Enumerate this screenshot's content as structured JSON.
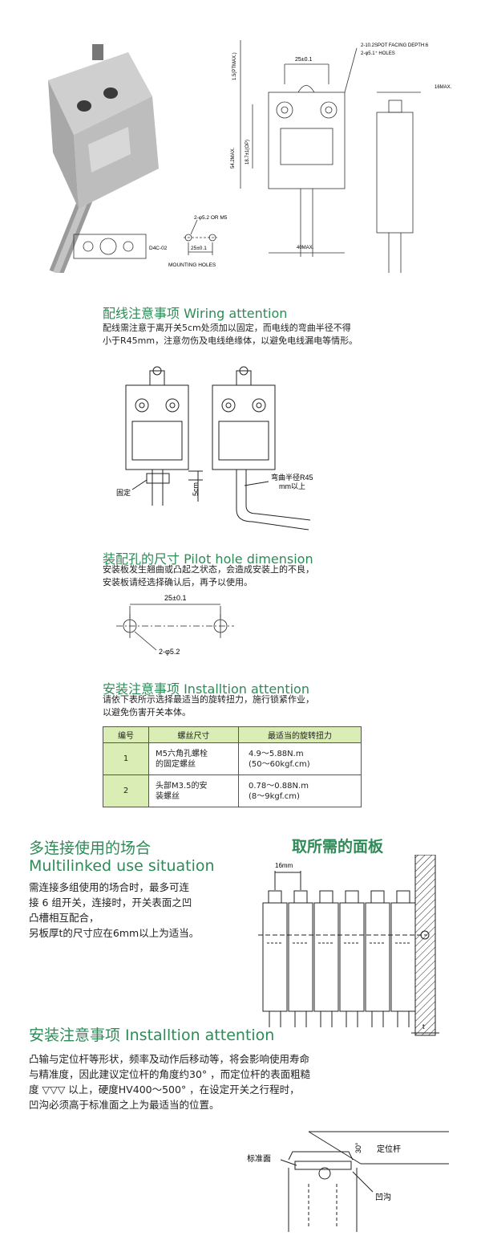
{
  "top": {
    "dim_spot_facing": "2-10.2SPOT FACING DEPTH:6",
    "dim_holes": "2-φ5.1⁺ HOLES",
    "dim_25": "25±0.1",
    "dim_16max": "16MAX.",
    "dim_54max": "54.2MAX.",
    "dim_18": "18.7±1(OP)",
    "dim_pt": "1.5(PTMAX.)",
    "dim_40max": "40MAX.",
    "model": "D4C-02",
    "mount_holes_note": "2-φ5.2 OR M5",
    "mount_dim": "25±0.1",
    "mounting_holes": "MOUNTING HOLES"
  },
  "wiring": {
    "title": "配线注意事项 Wiring attention",
    "text_1": "配线需注意于离开关5cm处须加以固定，而电线的弯曲半径不得",
    "text_2": "小于R45mm，注意勿伤及电线绝缘体，以避免电线漏电等情形。",
    "label_fix": "固定",
    "label_5cm": "5cm",
    "label_bend_1": "弯曲半径R45",
    "label_bend_2": "mm以上"
  },
  "pilot": {
    "title": "装配孔的尺寸 Pilot hole dimension",
    "text_1": "安装板发生翘曲或凸起之状态，会造成安装上的不良，",
    "text_2": "安装板请经选择确认后，再予以使用。",
    "dim": "25±0.1",
    "hole": "2-φ5.2"
  },
  "install": {
    "title": "安装注意事项 Installtion attention",
    "text_1": "请依下表所示选择最适当的旋转扭力，施行锁紧作业，",
    "text_2": "以避免伤害开关本体。",
    "headers": [
      "编号",
      "螺丝尺寸",
      "最适当的旋转扭力"
    ],
    "rows": [
      {
        "no": "1",
        "size_1": "M5六角孔螺栓",
        "size_2": "的固定螺丝",
        "torque_1": "4.9～5.88N.m",
        "torque_2": "(50～60kgf.cm)"
      },
      {
        "no": "2",
        "size_1": "头部M3.5的安",
        "size_2": "装螺丝",
        "torque_1": "0.78～0.88N.m",
        "torque_2": "(8～9kgf.cm)"
      }
    ]
  },
  "multi": {
    "title_cn": "多连接使用的场合",
    "title_en": "Multilinked use situation",
    "text_1": "需连接多组使用的场合时，最多可连",
    "text_2": "接 6 组开关，连接时，开关表面之凹",
    "text_3": "凸槽相互配合，",
    "text_4": "另板厚t的尺寸应在6mm以上为适当。",
    "panel_title": "取所需的面板",
    "dim_16": "16mm",
    "dim_t": "t"
  },
  "install2": {
    "title": "安装注意事项 Installtion attention",
    "text_1": "凸输与定位杆等形状，频率及动作后移动等，将会影响使用寿命",
    "text_2": "与精准度，因此建议定位杆的角度约30°  ，而定位杆的表面粗糙",
    "text_3": "度 ▽▽▽ 以上，硬度HV400～500°  ，在设定开关之行程时，",
    "text_4": "凹沟必须高于标准面之上为最适当的位置。",
    "label_angle": "30°",
    "label_rod": "定位杆",
    "label_std": "标准面",
    "label_groove": "凹沟"
  }
}
